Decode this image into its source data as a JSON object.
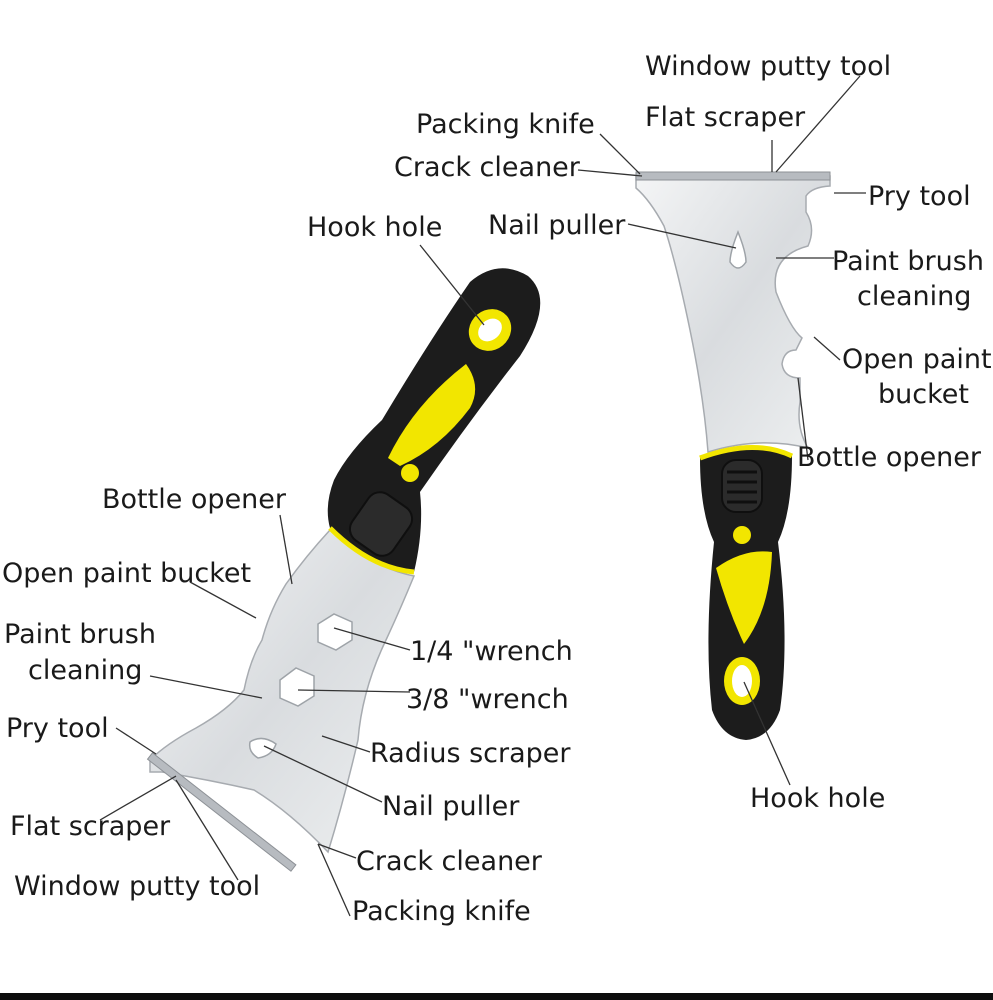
{
  "colors": {
    "handle_black": "#1c1c1c",
    "grip_yellow": "#f2e600",
    "blade_steel": "#e3e5e8",
    "blade_edge": "#9ea3a8",
    "text": "#1a1a1a"
  },
  "right_tool": {
    "labels": {
      "window_putty_tool": "Window putty tool",
      "packing_knife": "Packing knife",
      "flat_scraper": "Flat scraper",
      "crack_cleaner": "Crack cleaner",
      "pry_tool": "Pry tool",
      "hook_hole": "Hook hole",
      "nail_puller": "Nail puller",
      "paint_brush_cleaning_1": "Paint brush",
      "paint_brush_cleaning_2": "cleaning",
      "open_paint_bucket_1": "Open paint",
      "open_paint_bucket_2": "bucket",
      "bottle_opener": "Bottle opener",
      "hook_hole_bottom": "Hook hole"
    }
  },
  "left_tool": {
    "labels": {
      "bottle_opener": "Bottle opener",
      "open_paint_bucket": "Open paint bucket",
      "paint_brush_cleaning_1": "Paint brush",
      "paint_brush_cleaning_2": "cleaning",
      "quarter_wrench": "1/4 \"wrench",
      "three_eighths_wrench": "3/8 \"wrench",
      "pry_tool": "Pry tool",
      "radius_scraper": "Radius scraper",
      "nail_puller": "Nail puller",
      "flat_scraper": "Flat scraper",
      "crack_cleaner": "Crack cleaner",
      "window_putty_tool": "Window putty tool",
      "packing_knife": "Packing knife"
    }
  }
}
